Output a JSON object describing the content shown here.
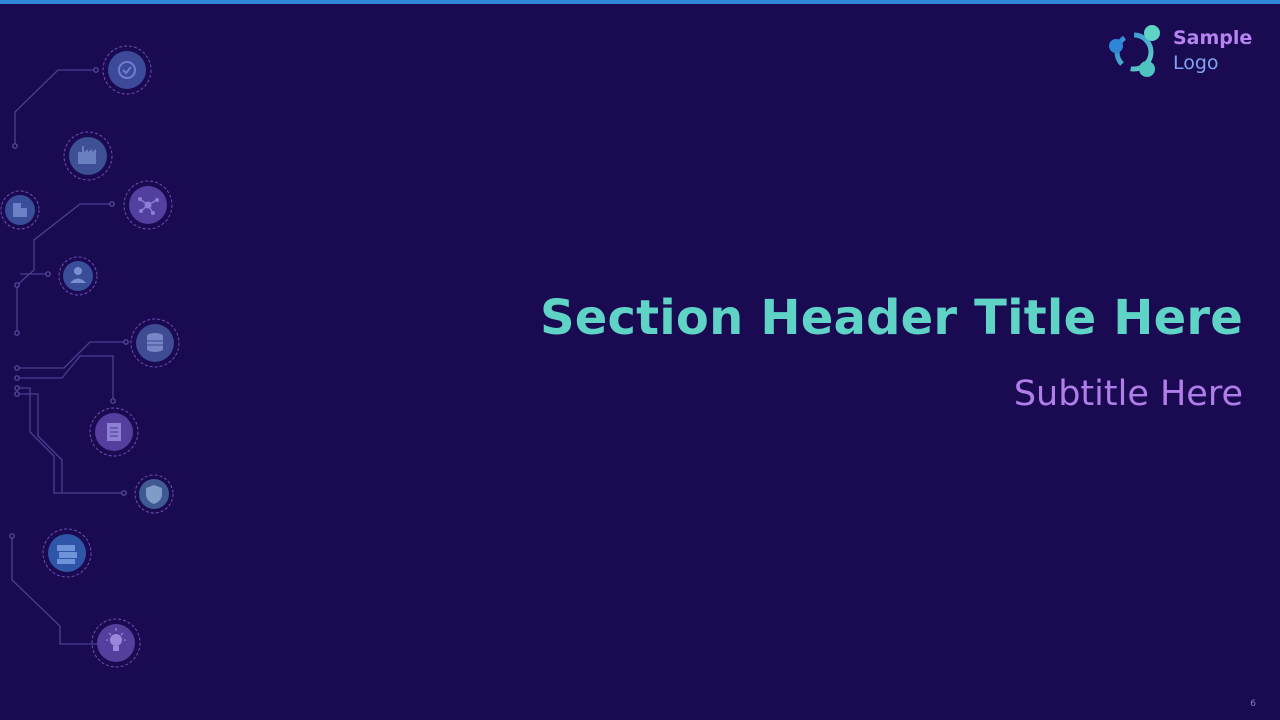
{
  "logo": {
    "line1": "Sample",
    "line2": "Logo"
  },
  "title": "Section Header Title Here",
  "subtitle": "Subtitle Here",
  "page_number": "6",
  "colors": {
    "background": "#1a0a52",
    "accent_bar": "#2f86d6",
    "title": "#5fd3c5",
    "subtitle": "#b07ee8"
  },
  "decor_icons": [
    "verified-badge-icon",
    "factory-icon",
    "network-hub-icon",
    "office-building-icon",
    "user-presentation-icon",
    "database-icon",
    "document-icon",
    "shield-icon",
    "money-stack-icon",
    "lightbulb-icon"
  ]
}
